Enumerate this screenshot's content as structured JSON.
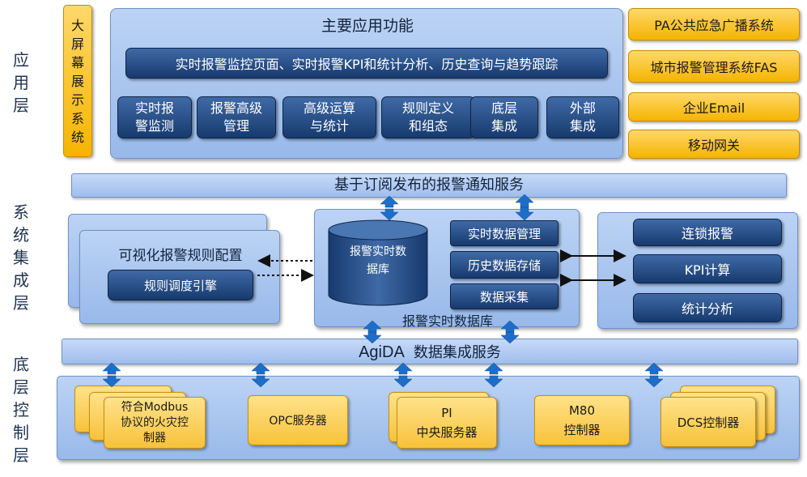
{
  "layers": {
    "app": "应\n用\n层",
    "system": "系\n统\n集\n成\n层",
    "bottom": "底\n层\n控\n制\n层"
  },
  "app_layer": {
    "big_screen": "大\n屏\n幕\n展\n示\n系\n统",
    "main_title": "主要应用功能",
    "main_banner": "实时报警监控页面、实时报警KPI和统计分析、历史查询与趋势跟踪",
    "functions": [
      "实时报\n警监测",
      "报警高级\n管理",
      "高级运算\n与统计",
      "规则定义\n和组态",
      "底层\n集成",
      "外部\n集成"
    ],
    "external": [
      "PA公共应急广播系统",
      "城市报警管理系统FAS",
      "企业Email",
      "移动网关"
    ]
  },
  "notify_service": "基于订阅发布的报警通知服务",
  "system_layer": {
    "rule_config_title": "可视化报警规则配置",
    "rule_engine": "规则调度引擎",
    "db_cylinder": "报警实时数\n据库",
    "db_functions": [
      "实时数据管理",
      "历史数据存储",
      "数据采集"
    ],
    "db_panel_caption": "报警实时数据库",
    "analysis": [
      "连锁报警",
      "KPI计算",
      "统计分析"
    ]
  },
  "agida": {
    "name": "AgiDA",
    "service": "数据集成服务"
  },
  "controllers": [
    "符合Modbus\n协议的火灾控\n制器",
    "OPC服务器",
    "PI\n中央服务器",
    "M80\n控制器",
    "DCS控制器"
  ],
  "colors": {
    "panel": "#a9c6f0",
    "dark_button": "#1f4579",
    "gold": "#f5b400",
    "arrow": "#1e6ec8"
  }
}
